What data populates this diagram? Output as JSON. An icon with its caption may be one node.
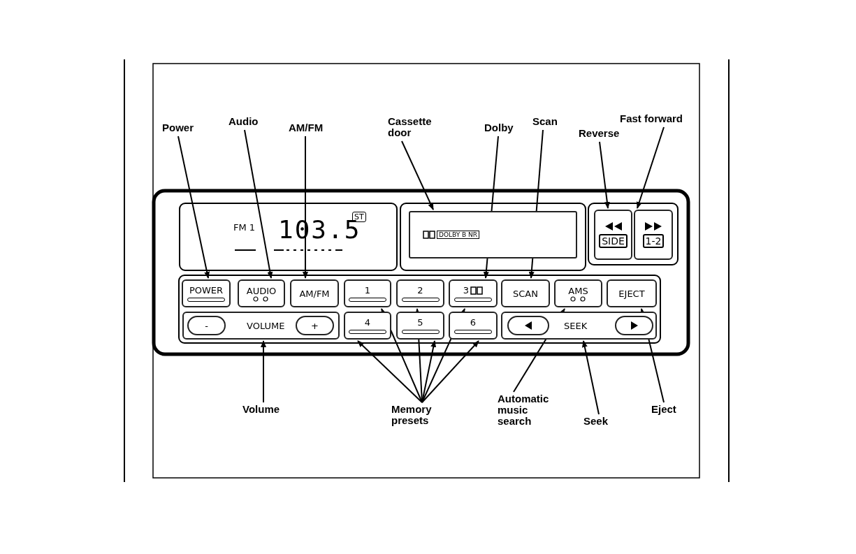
{
  "diagram": {
    "nodes": [
      {
        "text": [
          "Power"
        ]
      },
      {
        "text": [
          "Audio"
        ]
      },
      {
        "text": [
          "AM/FM"
        ]
      },
      {
        "text": [
          "Cassette door"
        ]
      },
      {
        "text": [
          "Dolby"
        ]
      },
      {
        "text": [
          "Scan"
        ]
      },
      {
        "text": [
          "Reverse"
        ]
      },
      {
        "text": [
          "Fast forward"
        ]
      },
      {
        "text": [
          "DOLBY B NR"
        ]
      },
      {
        "text": [
          "SIDE"
        ]
      },
      {
        "text": [
          "1-2"
        ]
      },
      {
        "text": [
          "POWER"
        ]
      },
      {
        "text": [
          "AUDIO"
        ]
      },
      {
        "text": [
          "AM/FM"
        ]
      },
      {
        "text": [
          "1"
        ]
      },
      {
        "text": [
          "2"
        ]
      },
      {
        "text": [
          "3"
        ]
      },
      {
        "text": [
          "SCAN"
        ]
      },
      {
        "text": [
          "AMS"
        ]
      },
      {
        "text": [
          "EJECT"
        ]
      },
      {
        "text": [
          "VOLUME"
        ]
      },
      {
        "text": [
          "-"
        ],
        "in": 20
      },
      {
        "text": [
          "+"
        ],
        "in": 20
      },
      {
        "text": [
          "4"
        ]
      },
      {
        "text": [
          "5"
        ]
      },
      {
        "text": [
          "6"
        ]
      },
      {
        "text": [
          "SEEK"
        ]
      },
      {
        "text": [],
        "shape": "box",
        "in": 26
      },
      {
        "text": [],
        "shape": "box",
        "in": 26
      },
      {
        "text": [
          "Volume"
        ]
      },
      {
        "text": [
          "Memory presets"
        ]
      },
      {
        "text": [
          "Automatic music search"
        ]
      },
      {
        "text": [
          "Seek"
        ]
      },
      {
        "text": [
          "Eject"
        ]
      }
    ],
    "edges": [
      {
        "from": 0,
        "to": 11,
        "arrow": "to"
      },
      {
        "from": 1,
        "to": 12,
        "arrow": "to"
      },
      {
        "from": 2,
        "to": 13,
        "arrow": "to"
      },
      {
        "from": 3,
        "to": 8,
        "arrow": "to"
      },
      {
        "from": 4,
        "to": 16,
        "arrow": "to"
      },
      {
        "from": 5,
        "to": 17,
        "arrow": "to"
      },
      {
        "from": 6,
        "to": 9,
        "arrow": "to"
      },
      {
        "from": 7,
        "to": 10,
        "arrow": "to"
      },
      {
        "from": 29,
        "to": 20,
        "arrow": "to"
      },
      {
        "from": 30,
        "to": 14,
        "arrow": "to"
      },
      {
        "from": 30,
        "to": 15,
        "arrow": "to"
      },
      {
        "from": 30,
        "to": 16,
        "arrow": "to"
      },
      {
        "from": 30,
        "to": 23,
        "arrow": "to"
      },
      {
        "from": 30,
        "to": 24,
        "arrow": "to"
      },
      {
        "from": 30,
        "to": 25,
        "arrow": "to"
      },
      {
        "from": 31,
        "to": 18,
        "arrow": "to"
      },
      {
        "from": 32,
        "to": 26,
        "arrow": "to"
      },
      {
        "from": 33,
        "to": 19,
        "arrow": "to"
      }
    ],
    "labels": [
      "FM 1",
      "103.5",
      "ST"
    ]
  }
}
